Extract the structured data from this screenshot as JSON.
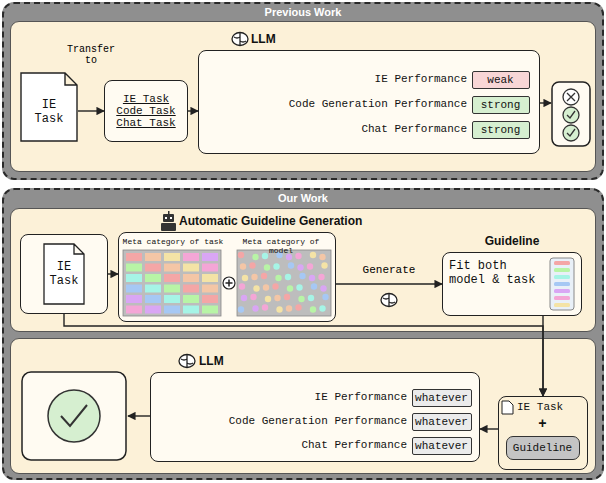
{
  "diagram": {
    "nodes": [
      {
        "text": [
          "Previous Work"
        ]
      },
      {
        "text": [
          "IE Task"
        ],
        "in": 0
      },
      {
        "text": [
          "IE Task",
          "Code Task",
          "Chat Task"
        ],
        "in": 0
      },
      {
        "text": [
          "LLM",
          "IE Performance",
          "Code Generation Performance",
          "Chat Performance"
        ],
        "in": 0
      },
      {
        "text": [
          "weak"
        ],
        "in": 3
      },
      {
        "text": [
          "strong"
        ],
        "in": 3
      },
      {
        "text": [
          "strong"
        ],
        "in": 3
      },
      {
        "text": [
          "Our Work"
        ]
      },
      {
        "text": [
          "Automatic Guideline Generation"
        ],
        "in": 7
      },
      {
        "text": [
          "IE Task"
        ],
        "in": 8
      },
      {
        "text": [
          "Meta category of task",
          "Meta category of model"
        ],
        "in": 8
      },
      {
        "text": [
          "Guideline",
          "Fit both model & task"
        ],
        "in": 8
      },
      {
        "text": [
          "LLM",
          "IE Performance",
          "Code Generation Performance",
          "Chat Performance"
        ],
        "in": 7
      },
      {
        "text": [
          "whatever"
        ],
        "in": 12
      },
      {
        "text": [
          "whatever"
        ],
        "in": 12
      },
      {
        "text": [
          "whatever"
        ],
        "in": 12
      },
      {
        "text": [
          "IE Task",
          "+"
        ],
        "in": 7
      },
      {
        "text": [
          "Guideline"
        ],
        "in": 16
      }
    ],
    "edges": [
      {
        "from": 1,
        "to": 2,
        "label": "Transfer to",
        "arrow": "to"
      },
      {
        "from": 2,
        "to": 3,
        "arrow": "to"
      },
      {
        "from": 9,
        "to": 10,
        "arrow": "to"
      },
      {
        "from": 10,
        "to": 11,
        "label": "Generate",
        "arrow": "to"
      },
      {
        "from": 11,
        "to": 16,
        "arrow": "to"
      },
      {
        "from": 9,
        "to": 16,
        "arrow": "to"
      },
      {
        "from": 16,
        "to": 12,
        "arrow": "to"
      }
    ]
  }
}
